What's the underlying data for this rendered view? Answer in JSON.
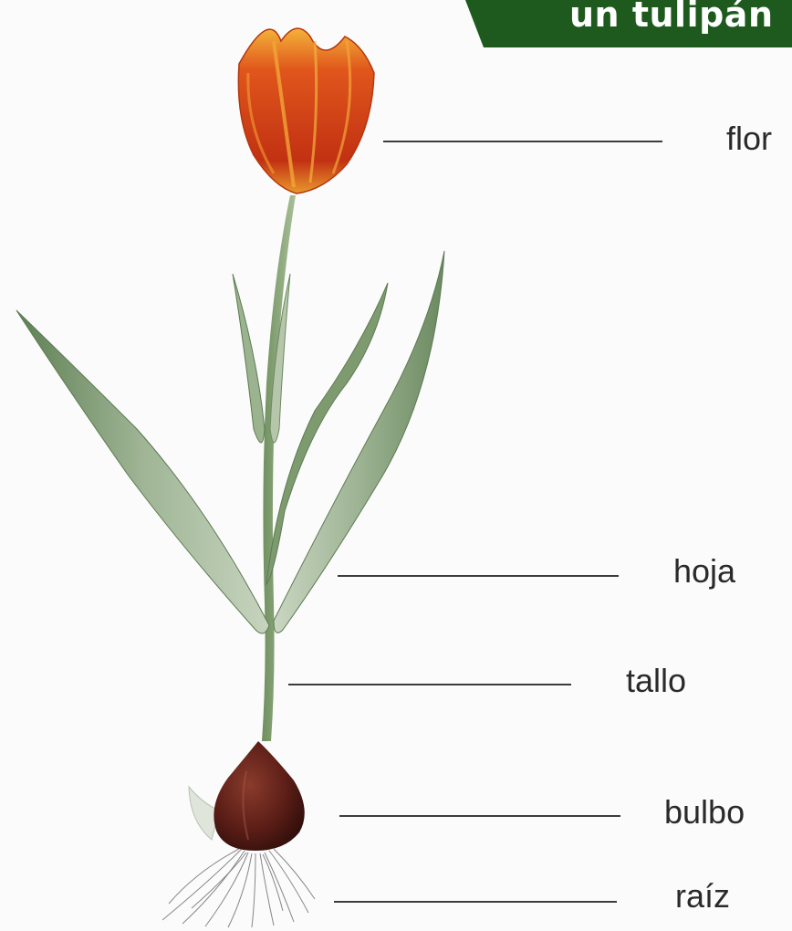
{
  "title": "un tulipán",
  "banner_color": "#1e5a1e",
  "labels": {
    "flor": "flor",
    "hoja": "hoja",
    "tallo": "tallo",
    "bulbo": "bulbo",
    "raiz": "raíz"
  }
}
